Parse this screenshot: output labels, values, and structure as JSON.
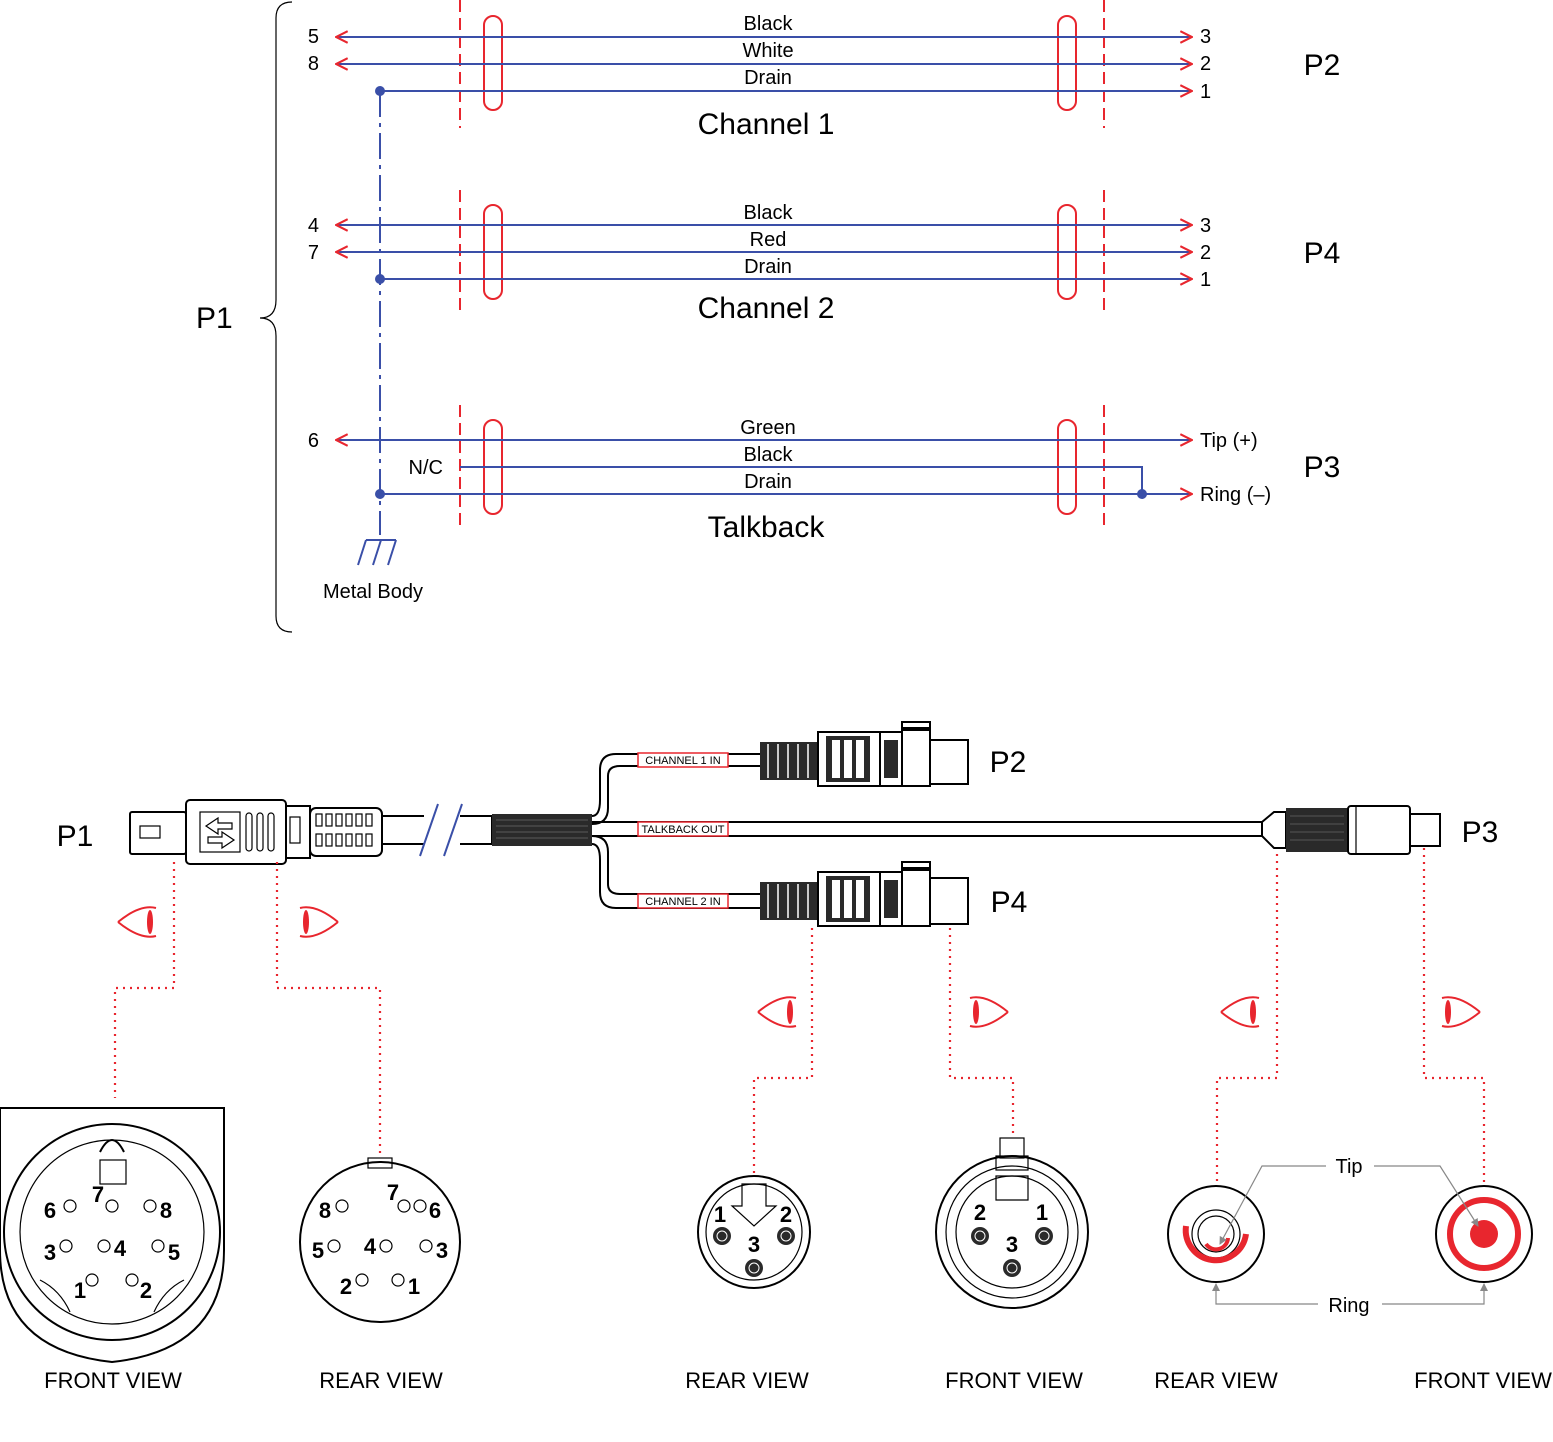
{
  "colors": {
    "wire": "#3a4fa8",
    "accent": "#e8262e",
    "ink": "#000000"
  },
  "schematic": {
    "p1_label": "P1",
    "ground_label": "Metal Body",
    "channels": [
      {
        "name": "Channel 1",
        "connector": "P2",
        "wires": [
          {
            "color": "Black",
            "p1_pin": "5",
            "far_pin": "3"
          },
          {
            "color": "White",
            "p1_pin": "8",
            "far_pin": "2"
          },
          {
            "color": "Drain",
            "p1_pin": "",
            "far_pin": "1"
          }
        ]
      },
      {
        "name": "Channel 2",
        "connector": "P4",
        "wires": [
          {
            "color": "Black",
            "p1_pin": "4",
            "far_pin": "3"
          },
          {
            "color": "Red",
            "p1_pin": "7",
            "far_pin": "2"
          },
          {
            "color": "Drain",
            "p1_pin": "",
            "far_pin": "1"
          }
        ]
      },
      {
        "name": "Talkback",
        "connector": "P3",
        "wires": [
          {
            "color": "Green",
            "p1_pin": "6",
            "far_pin": "Tip (+)"
          },
          {
            "color": "Black",
            "p1_pin": "N/C",
            "far_pin": ""
          },
          {
            "color": "Drain",
            "p1_pin": "",
            "far_pin": "Ring (–)"
          }
        ]
      }
    ]
  },
  "cable": {
    "p1": "P1",
    "p2": "P2",
    "p3": "P3",
    "p4": "P4",
    "tag_ch1": "CHANNEL 1 IN",
    "tag_talkback": "TALKBACK OUT",
    "tag_ch2": "CHANNEL 2 IN"
  },
  "views": {
    "front": "FRONT VIEW",
    "rear": "REAR VIEW",
    "tip": "Tip",
    "ring": "Ring",
    "din_front_pins": [
      "6",
      "7",
      "8",
      "3",
      "4",
      "5",
      "1",
      "2"
    ],
    "din_rear_pins": [
      "8",
      "7",
      "6",
      "5",
      "4",
      "3",
      "2",
      "1"
    ],
    "xlr_rear_pins": [
      "1",
      "2",
      "3"
    ],
    "xlr_front_pins": [
      "2",
      "1",
      "3"
    ]
  }
}
